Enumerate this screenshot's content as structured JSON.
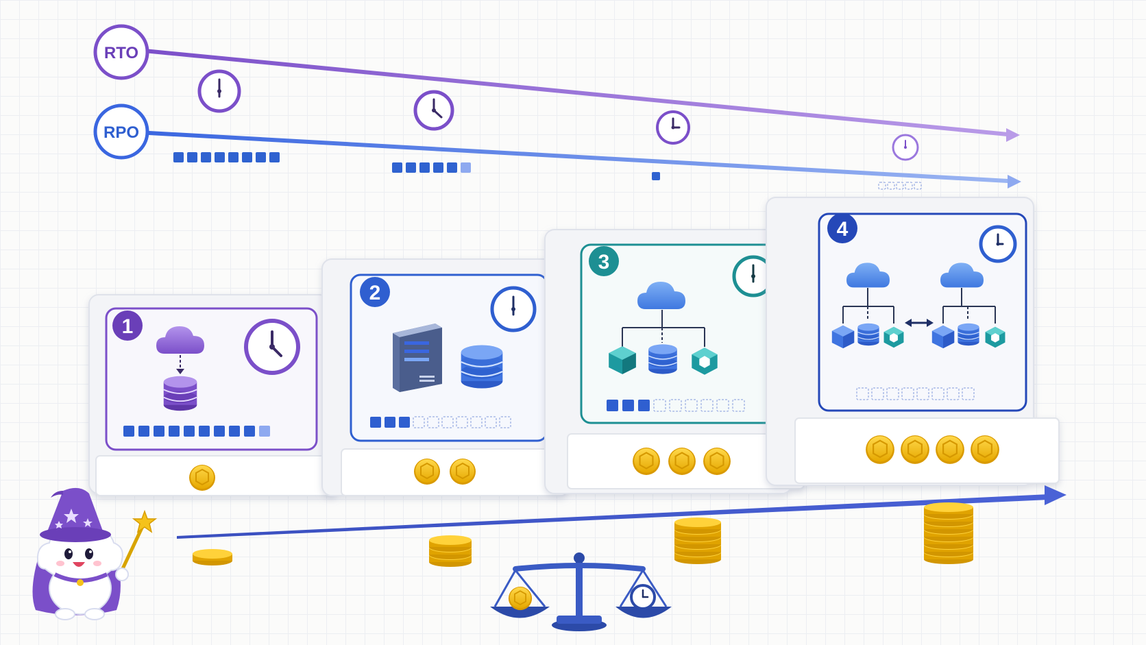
{
  "labels": {
    "rto": "RTO",
    "rpo": "RPO"
  },
  "colors": {
    "rto": "#7b4fc9",
    "rpo": "#3a66e0",
    "tier1": "#7b4fc9",
    "tier2": "#2f5fd0",
    "tier3": "#1d8f93",
    "tier4": "#2548b8",
    "coin": "#f5c21b",
    "cost_arrow": "#3f55c8"
  },
  "tiers": [
    {
      "number": "1",
      "coins": 1,
      "data_blocks_filled": 10,
      "data_blocks_empty": 0,
      "icon": "cloud-backup-icon"
    },
    {
      "number": "2",
      "coins": 2,
      "data_blocks_filled": 3,
      "data_blocks_empty": 7,
      "icon": "server-database-icon"
    },
    {
      "number": "3",
      "coins": 3,
      "data_blocks_filled": 3,
      "data_blocks_empty": 6,
      "icon": "cloud-network-icon"
    },
    {
      "number": "4",
      "coins": 4,
      "data_blocks_filled": 0,
      "data_blocks_empty": 8,
      "icon": "dual-cloud-network-icon"
    }
  ]
}
